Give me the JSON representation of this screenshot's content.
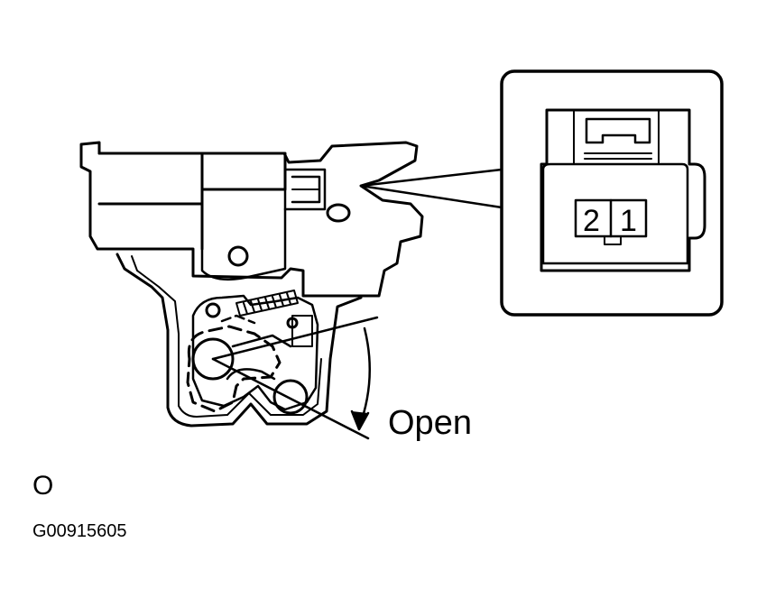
{
  "diagram": {
    "open_label": "Open",
    "step_label": "O",
    "figure_code": "G00915605",
    "connector": {
      "pins": [
        "2",
        "1"
      ]
    },
    "colors": {
      "line": "#000000",
      "background": "#ffffff"
    }
  }
}
